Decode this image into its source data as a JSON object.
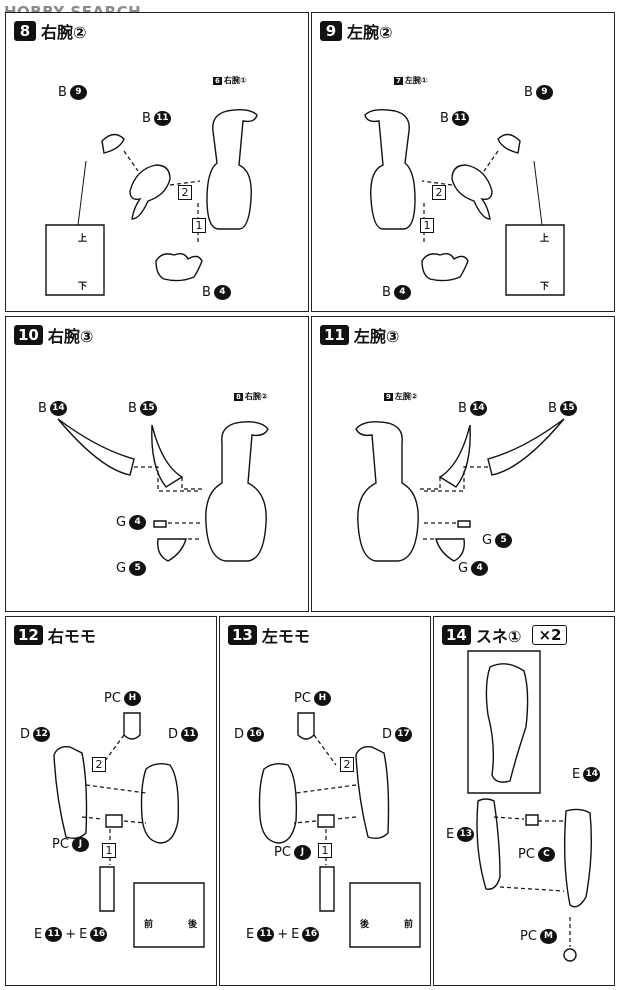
{
  "watermark": "HOBBY SEARCH",
  "steps": [
    {
      "num": "8",
      "title": "右腕②",
      "ref_num": "6",
      "ref": "右腕①",
      "labels": [
        {
          "p": "B",
          "n": "9"
        },
        {
          "p": "B",
          "n": "11"
        },
        {
          "p": "B",
          "n": "4"
        }
      ],
      "steps": [
        "2",
        "1"
      ],
      "up": "上",
      "down": "下"
    },
    {
      "num": "9",
      "title": "左腕②",
      "ref_num": "7",
      "ref": "左腕①",
      "labels": [
        {
          "p": "B",
          "n": "9"
        },
        {
          "p": "B",
          "n": "11"
        },
        {
          "p": "B",
          "n": "4"
        }
      ],
      "steps": [
        "2",
        "1"
      ],
      "up": "上",
      "down": "下"
    },
    {
      "num": "10",
      "title": "右腕③",
      "ref_num": "8",
      "ref": "右腕②",
      "labels": [
        {
          "p": "B",
          "n": "14"
        },
        {
          "p": "B",
          "n": "15"
        },
        {
          "p": "G",
          "n": "4"
        },
        {
          "p": "G",
          "n": "5"
        }
      ]
    },
    {
      "num": "11",
      "title": "左腕③",
      "ref_num": "9",
      "ref": "左腕②",
      "labels": [
        {
          "p": "B",
          "n": "14"
        },
        {
          "p": "B",
          "n": "15"
        },
        {
          "p": "G",
          "n": "5"
        },
        {
          "p": "G",
          "n": "4"
        }
      ]
    },
    {
      "num": "12",
      "title": "右モモ",
      "labels": [
        {
          "p": "PC",
          "n": "H"
        },
        {
          "p": "D",
          "n": "12"
        },
        {
          "p": "D",
          "n": "11"
        },
        {
          "p": "PC",
          "n": "J"
        },
        {
          "p": "E",
          "n": "11"
        },
        {
          "p": "E",
          "n": "16"
        }
      ],
      "steps": [
        "2",
        "1"
      ],
      "front": "前",
      "back": "後",
      "plus": "+"
    },
    {
      "num": "13",
      "title": "左モモ",
      "labels": [
        {
          "p": "PC",
          "n": "H"
        },
        {
          "p": "D",
          "n": "16"
        },
        {
          "p": "D",
          "n": "17"
        },
        {
          "p": "PC",
          "n": "J"
        },
        {
          "p": "E",
          "n": "11"
        },
        {
          "p": "E",
          "n": "16"
        }
      ],
      "steps": [
        "2",
        "1"
      ],
      "front": "前",
      "back": "後",
      "plus": "+"
    },
    {
      "num": "14",
      "title": "スネ①",
      "qty": "×2",
      "labels": [
        {
          "p": "E",
          "n": "14"
        },
        {
          "p": "E",
          "n": "13"
        },
        {
          "p": "PC",
          "n": "C"
        },
        {
          "p": "PC",
          "n": "M"
        }
      ]
    }
  ]
}
